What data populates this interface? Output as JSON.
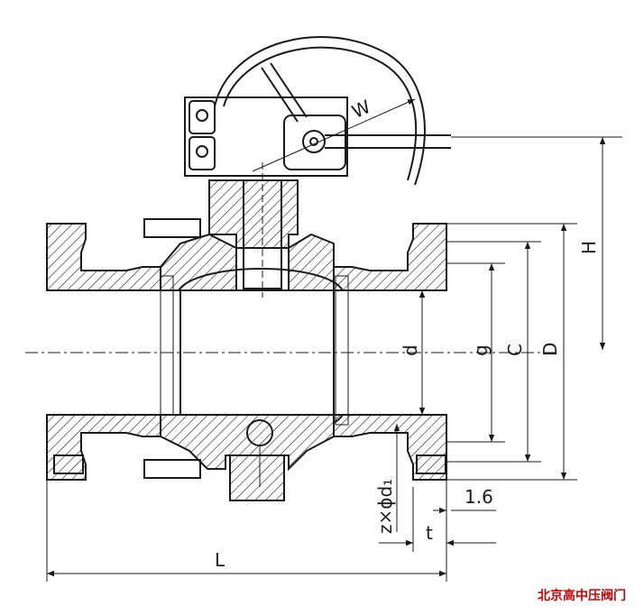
{
  "diagram": {
    "labels": {
      "W": "W",
      "H": "H",
      "d": "d",
      "g": "g",
      "C": "C",
      "D": "D",
      "L": "L",
      "t": "t",
      "flange_gap": "1.6",
      "bolt_holes": "z×ϕd₁"
    }
  },
  "watermark": "北京高中压阀门"
}
